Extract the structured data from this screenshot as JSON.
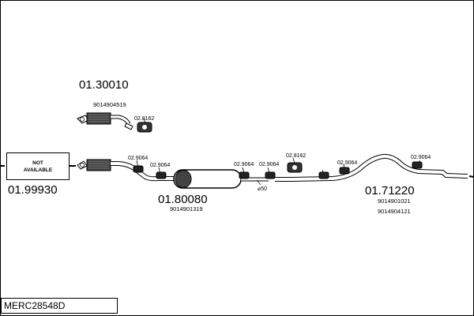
{
  "parts": {
    "front_pipe_alt": {
      "code": "01.30010",
      "oem": "9014904519"
    },
    "not_available": {
      "line1": "NOT",
      "line2": "AVAILABLE",
      "code": "01.99930"
    },
    "middle_silencer": {
      "code": "01.80080",
      "oem": "9014901319"
    },
    "rear_silencer": {
      "code": "01.71220",
      "oem1": "9014901021",
      "oem2": "9014904121"
    }
  },
  "fittings": {
    "gasket": "02.8162",
    "clamp": "02.9064",
    "diameter": "⌀50"
  },
  "diagram_code": "MERC28548D"
}
